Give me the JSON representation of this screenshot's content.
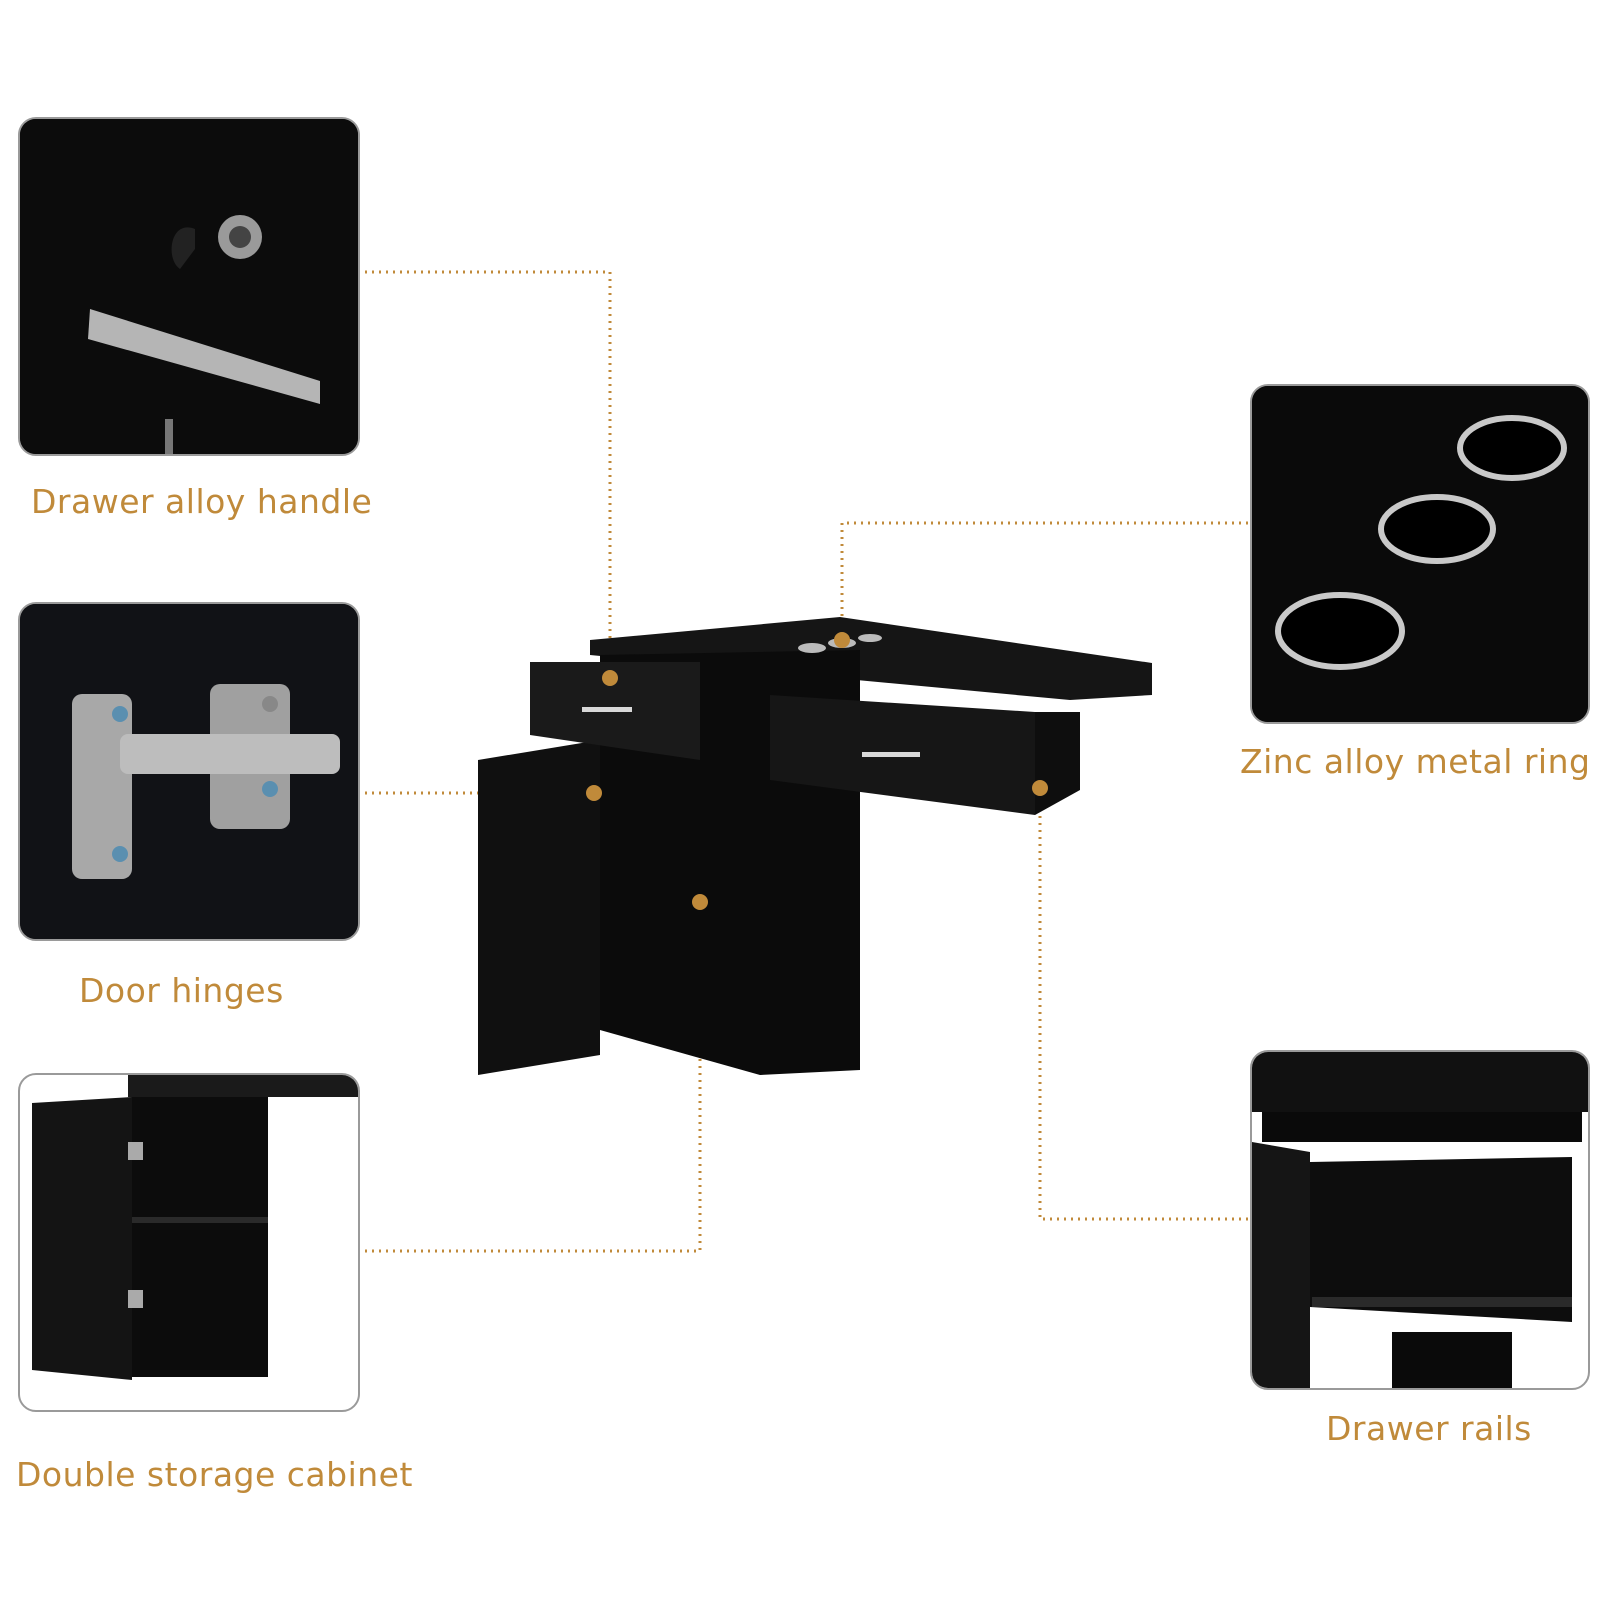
{
  "accent_color": "#c08a3a",
  "callouts": [
    {
      "label": "Drawer alloy handle",
      "icon": "lock-key-handle-icon"
    },
    {
      "label": "Door hinges",
      "icon": "hinge-icon"
    },
    {
      "label": "Double storage cabinet",
      "icon": "cabinet-icon"
    },
    {
      "label": "Zinc alloy metal ring",
      "icon": "metal-ring-icon"
    },
    {
      "label": "Drawer rails",
      "icon": "drawer-rail-icon"
    }
  ]
}
